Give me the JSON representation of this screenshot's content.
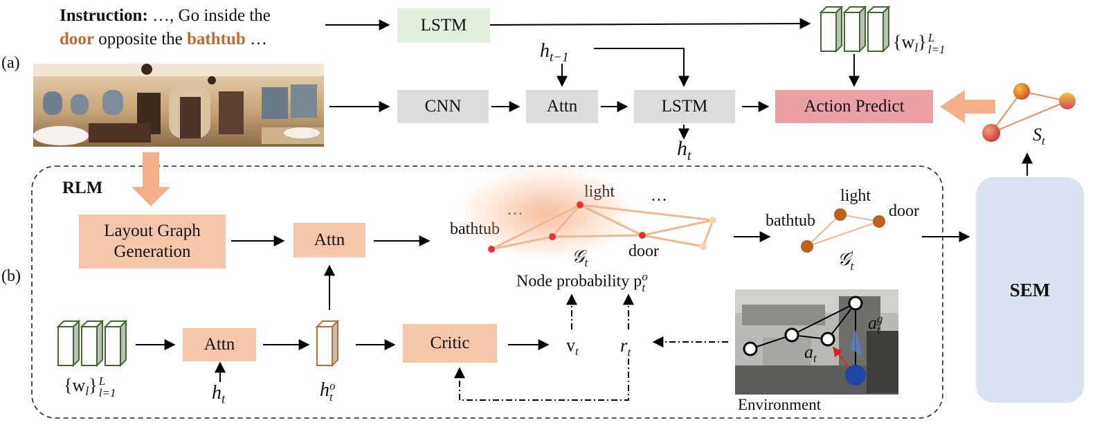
{
  "instruction": {
    "prefix": "Instruction:",
    "text_1": " …, Go inside the",
    "kw_door": "door",
    "text_2": " opposite the ",
    "kw_bathtub": "bathtub",
    "text_3": " …"
  },
  "part_labels": {
    "a": "(a)",
    "b": "(b)"
  },
  "top": {
    "lstm_text": "LSTM",
    "cnn": "CNN",
    "attn": "Attn",
    "lstm_main": "LSTM",
    "action_predict": "Action Predict",
    "h_prev": "h",
    "h_prev_sub": "t−1",
    "h_t": "h",
    "h_t_sub": "t",
    "words": "{w",
    "words_sub": "l",
    "words_close": "}",
    "words_sup": "L",
    "words_range": "l=1",
    "s_t": "S",
    "s_t_sub": "t"
  },
  "rlm": {
    "title": "RLM",
    "layout_graph": "Layout Graph\nGeneration",
    "attn_graph": "Attn",
    "attn_words": "Attn",
    "critic": "Critic",
    "sem": "SEM",
    "graph_labels": {
      "bathtub": "bathtub",
      "light": "light",
      "door": "door",
      "dots_left": "…",
      "dots_right": "…",
      "graph_sym": "𝒢",
      "graph_sub": "t"
    },
    "subgraph_labels": {
      "bathtub": "bathtub",
      "light": "light",
      "door": "door",
      "graph_sym": "𝒢",
      "graph_sup": "′",
      "graph_sub": "t"
    },
    "node_probability": "Node probability p",
    "node_prob_sup": "o",
    "node_prob_sub": "t",
    "v_t": "v",
    "v_t_sub": "t",
    "r_t": "r",
    "r_t_sub": "t",
    "h_o": "h",
    "h_o_sup": "o",
    "h_o_sub": "t",
    "h_t": "h",
    "h_t_sub": "t",
    "words": "{w",
    "words_sub": "l",
    "words_close": "}",
    "words_sup": "L",
    "words_range": "l=1",
    "env_a_t": "a",
    "env_a_t_sub": "t",
    "env_a_g": "a",
    "env_a_g_sup": "g",
    "env_a_g_sub": "t",
    "environment": "Environment"
  },
  "colors": {
    "grey_box": "#dcdcdc",
    "green_box": "#e1f0db",
    "salmon_box": "#f6c6a8",
    "pink_box": "#eaa0a6",
    "sem_box": "#dbe3f3",
    "keyword": "#c2692b",
    "tensor_green": "#3d6b2a",
    "tensor_orange": "#c2692b",
    "graph_edge": "#efb894",
    "node_red": "#e83030",
    "node_brown": "#bf5f1c"
  }
}
